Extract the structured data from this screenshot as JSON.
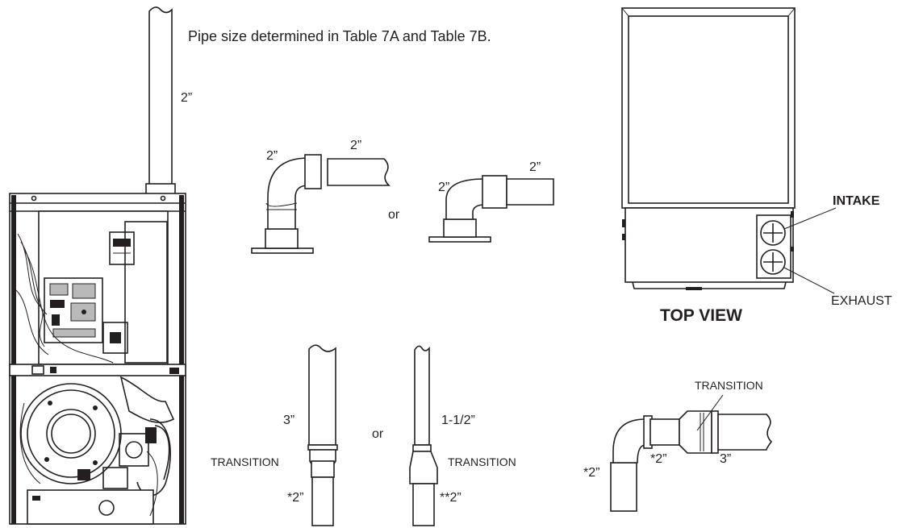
{
  "header": {
    "note": "Pipe size determined in Table 7A and Table 7B."
  },
  "furnace": {
    "vent_size": "2”"
  },
  "elbow_options": {
    "option1": {
      "elbow_size": "2”",
      "pipe_size": "2”"
    },
    "separator": "or",
    "option2": {
      "elbow_size": "2”",
      "pipe_size": "2”"
    }
  },
  "top_view": {
    "title": "TOP VIEW",
    "intake_label": "INTAKE",
    "exhaust_label": "EXHAUST"
  },
  "transitions": {
    "vertical_3in": {
      "size": "3”",
      "transition": "TRANSITION",
      "base": "*2”"
    },
    "separator": "or",
    "vertical_1_5in": {
      "size": "1-1/2”",
      "transition": "TRANSITION",
      "base": "**2”"
    },
    "horizontal": {
      "transition": "TRANSITION",
      "elbow": "*2”",
      "mid": "*2”",
      "pipe": "3”"
    }
  }
}
